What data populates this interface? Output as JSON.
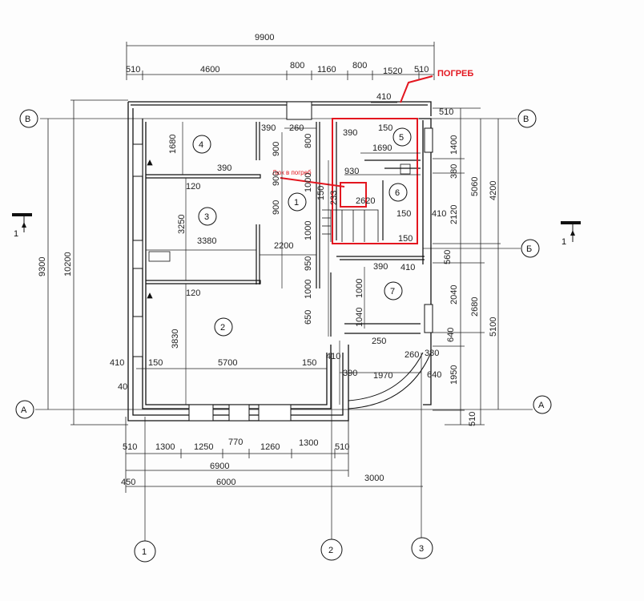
{
  "axes": {
    "top_left": "В",
    "top_right": "В",
    "mid_right": "Б",
    "bottom_left": "А",
    "bottom_right": "А",
    "col1": "1",
    "col2": "2",
    "col3": "3"
  },
  "section_marks": {
    "left": "1",
    "right": "1"
  },
  "annotations": {
    "cellar": "ПОГРЕБ",
    "hatch": "Люк в погреб"
  },
  "rooms": [
    "1",
    "2",
    "3",
    "4",
    "5",
    "6",
    "7"
  ],
  "dims_top": {
    "overall": "9900",
    "d1": "510",
    "d2": "4600",
    "d3": "800",
    "d4": "1160",
    "d5": "800",
    "d6": "1520",
    "d7": "510",
    "d8": "410"
  },
  "dims_bottom": {
    "r1": [
      "510",
      "1300",
      "1250",
      "770",
      "1260",
      "1300",
      "510"
    ],
    "r2": "6900",
    "r3a": "450",
    "r3b": "6000",
    "r3c": "3000"
  },
  "dims_left": {
    "h1": "9300",
    "h2": "10200"
  },
  "dims_right": {
    "r_top": "510",
    "r_1400": "1400",
    "r_380": "380",
    "r_2120": "2120",
    "r_560": "560",
    "r_2040": "2040",
    "r_640": "640",
    "r_1950": "1950",
    "r_510b": "510",
    "r_5060": "5060",
    "r_2680": "2680",
    "r_4200": "4200",
    "r_5100": "5100"
  },
  "dims_inside": {
    "a1680": "1680",
    "a390a": "390",
    "a120a": "120",
    "a3250": "3250",
    "a3380": "3380",
    "a120b": "120",
    "a3830": "3830",
    "a410": "410",
    "a150a": "150",
    "a5700": "5700",
    "a150b": "150",
    "a40": "40",
    "a390b": "390",
    "a260": "260",
    "a900a": "900",
    "a800": "800",
    "a900b": "900",
    "a1000a": "1000",
    "a900c": "900",
    "a1000b": "1000",
    "a150c": "150",
    "a2200": "2200",
    "a950": "950",
    "a1000c": "1000",
    "a650": "650",
    "a390c": "390",
    "a150d": "150",
    "a1690": "1690",
    "a930": "930",
    "a2620": "2620",
    "a233": "233",
    "a150e": "150",
    "a150f": "150",
    "a410b": "410",
    "a390d": "390",
    "a410c": "410",
    "a1000d": "1000",
    "a1040": "1040",
    "a250": "250",
    "a260b": "260",
    "a380": "380",
    "a640": "640",
    "a390e": "390",
    "a1970": "1970",
    "a410d": "410"
  }
}
